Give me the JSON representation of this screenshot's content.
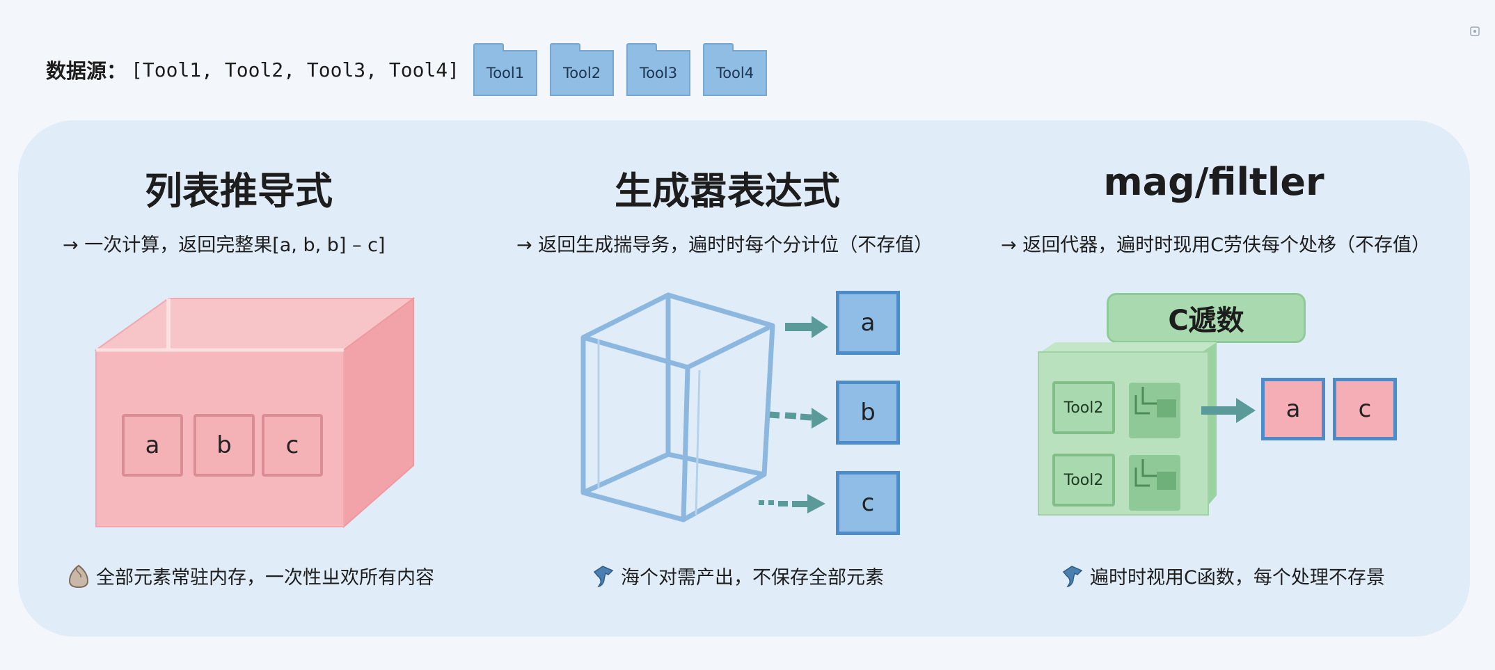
{
  "header": {
    "label": "数据源：",
    "list_text": "[Tool1, Tool2, Tool3, Tool4]",
    "chips": [
      "Tool1",
      "Tool2",
      "Tool3",
      "Tool4"
    ]
  },
  "columns": [
    {
      "title": "列表推导式",
      "desc": "→ 一次计算，返回完整果[a, b, b] – c]",
      "items": [
        "a",
        "b",
        "c"
      ],
      "footnote": "全部元素常驻内存，一次性ㄓ欢所有内容",
      "foot_icon": "memory-blob-icon"
    },
    {
      "title": "生成嚣表达式",
      "desc": "→ 返回生成揣导务，遍时时每个分计位（不存值）",
      "items": [
        "a",
        "b",
        "c"
      ],
      "footnote": "海个对需产出，不保存全部元素",
      "foot_icon": "lazy-yield-icon"
    },
    {
      "title": "mag/filtler",
      "desc": "→ 返回代器，遍时时现用C劳伕每个处栘（不存值）",
      "function_label": "C遞数",
      "inputs": [
        "Tool2",
        "Tool2"
      ],
      "outputs": [
        "a",
        "c"
      ],
      "footnote": "遍时时视用C函数，每个处理不存景",
      "foot_icon": "lazy-yield-icon"
    }
  ],
  "colors": {
    "background": "#f3f6fb",
    "panel": "#e0ecf8",
    "list_box": "#f5b2b6",
    "generator_blue": "#8fbde6",
    "generator_border": "#4e8cc9",
    "function_green": "#a9d9ae",
    "arrow": "#5a9a98"
  }
}
